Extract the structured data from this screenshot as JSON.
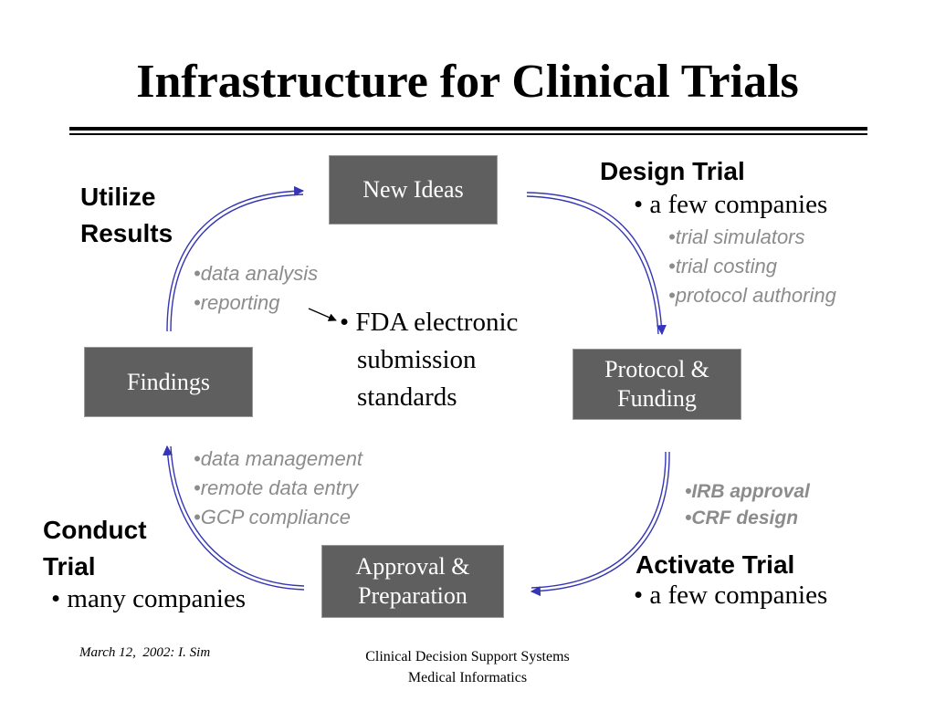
{
  "title": "Infrastructure for Clinical Trials",
  "boxes": {
    "new_ideas": "New Ideas",
    "protocol": [
      "Protocol &",
      "Funding"
    ],
    "approval": [
      "Approval &",
      "Preparation"
    ],
    "findings": "Findings"
  },
  "stages": {
    "design": {
      "title": "Design Trial",
      "detail": "• a few companies",
      "tools": [
        "•trial simulators",
        "•trial costing",
        "•protocol authoring"
      ]
    },
    "activate": {
      "title": "Activate Trial",
      "detail": "• a few companies",
      "tools": [
        "•IRB approval",
        "•CRF design"
      ]
    },
    "conduct": {
      "title": [
        "Conduct",
        "Trial"
      ],
      "detail": "• many companies",
      "tools": [
        "•data management",
        "•remote data entry",
        "•GCP compliance"
      ]
    },
    "utilize": {
      "title": [
        "Utilize",
        "Results"
      ],
      "tools": [
        "•data analysis",
        "•reporting"
      ]
    }
  },
  "fda_note": [
    "• FDA electronic",
    "submission",
    "standards"
  ],
  "footer": {
    "left": "March 12,  2002: I. Sim",
    "center": [
      "Clinical Decision Support Systems",
      "Medical Informatics"
    ]
  },
  "colors": {
    "arrow": "#3535b5",
    "box": "#5f5f5f",
    "tools_text": "#8c8c8c"
  }
}
